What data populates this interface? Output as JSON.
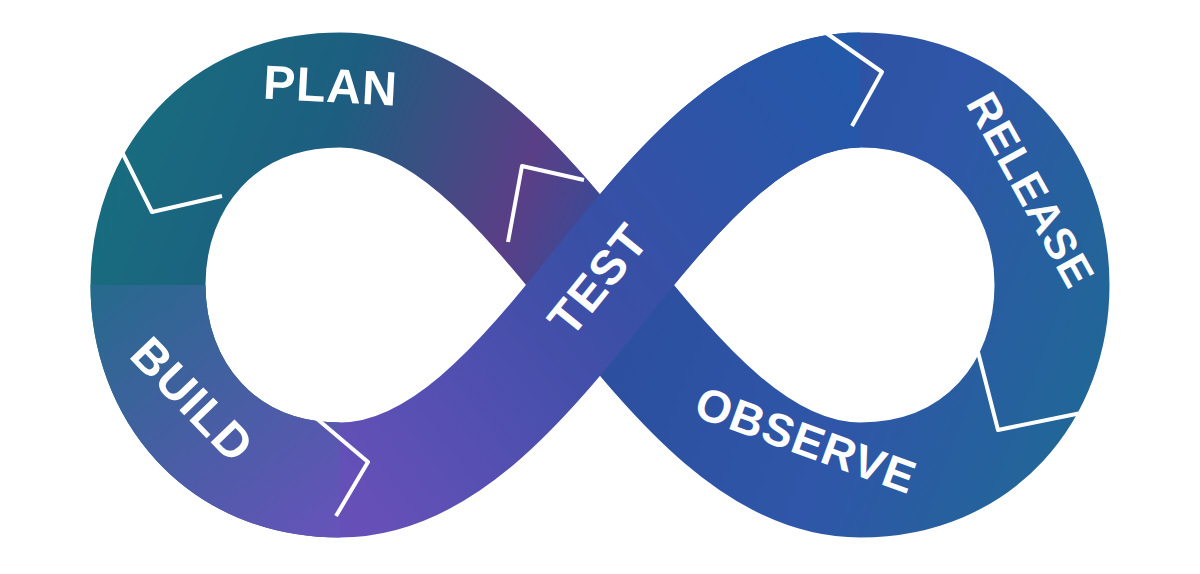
{
  "diagram": {
    "nodes": [
      {
        "text": [
          "PLAN"
        ]
      },
      {
        "text": [
          "BUILD"
        ]
      },
      {
        "text": [
          "TEST"
        ]
      },
      {
        "text": [
          "RELEASE"
        ]
      },
      {
        "text": [
          "OBSERVE"
        ]
      }
    ]
  }
}
